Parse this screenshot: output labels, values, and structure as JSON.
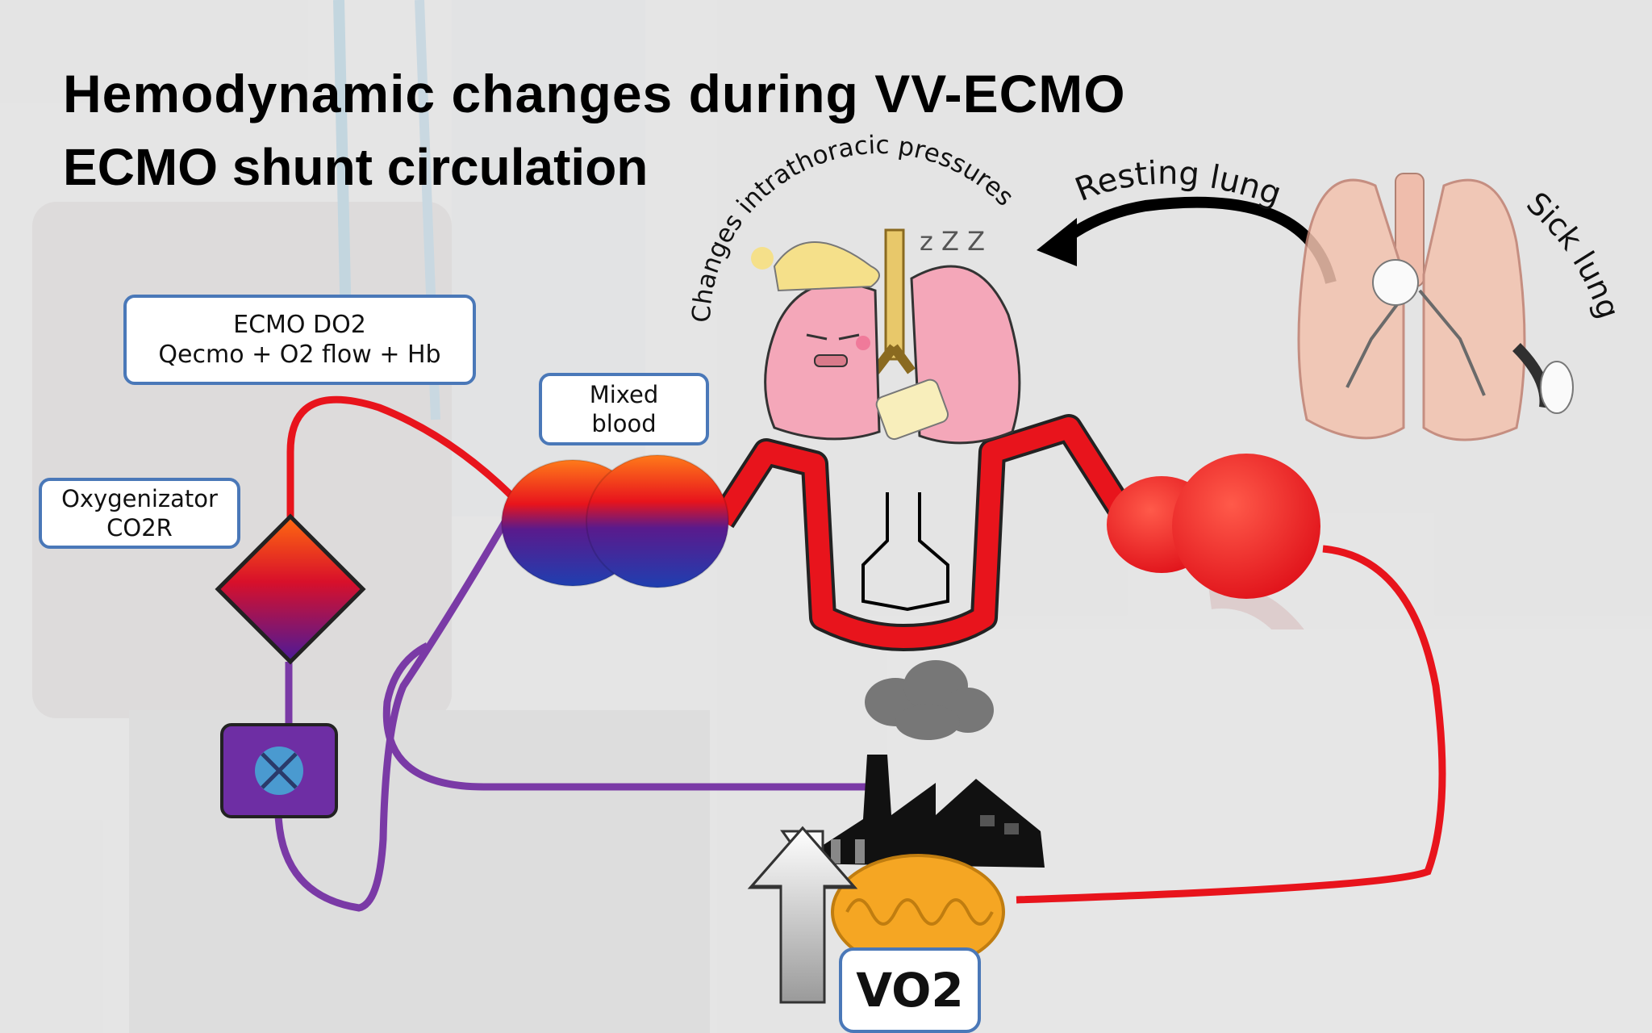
{
  "slide": {
    "title": "Hemodynamic changes during VV-ECMO",
    "subtitle": "ECMO shunt circulation"
  },
  "labels": {
    "ecmo_do2_line1": "ECMO DO2",
    "ecmo_do2_line2": "Qecmo + O2 flow + Hb",
    "mixed_line1": "Mixed",
    "mixed_line2": "blood",
    "oxy_line1": "Oxygenizator",
    "oxy_line2": "CO2R",
    "vo2": "VO2",
    "changes_pressures": "Changes intrathoracic pressures",
    "resting_lung": "Resting lung",
    "sick_lung": "Sick lung",
    "sleep_z": "z Z Z"
  },
  "colors": {
    "arterial": "#e8141c",
    "venous": "#7a3aa6",
    "box_border": "#4a78b8",
    "lung_pink": "#f4a7b9",
    "mito": "#f5a623"
  },
  "icons": [
    "sleeping-lung-icon",
    "sick-lung-icon",
    "factory-icon",
    "mitochondria-icon",
    "pump-icon",
    "oxygenator-icon",
    "heart-icon",
    "flask-icon",
    "arrow-up-icon",
    "curved-arrow-icon"
  ]
}
